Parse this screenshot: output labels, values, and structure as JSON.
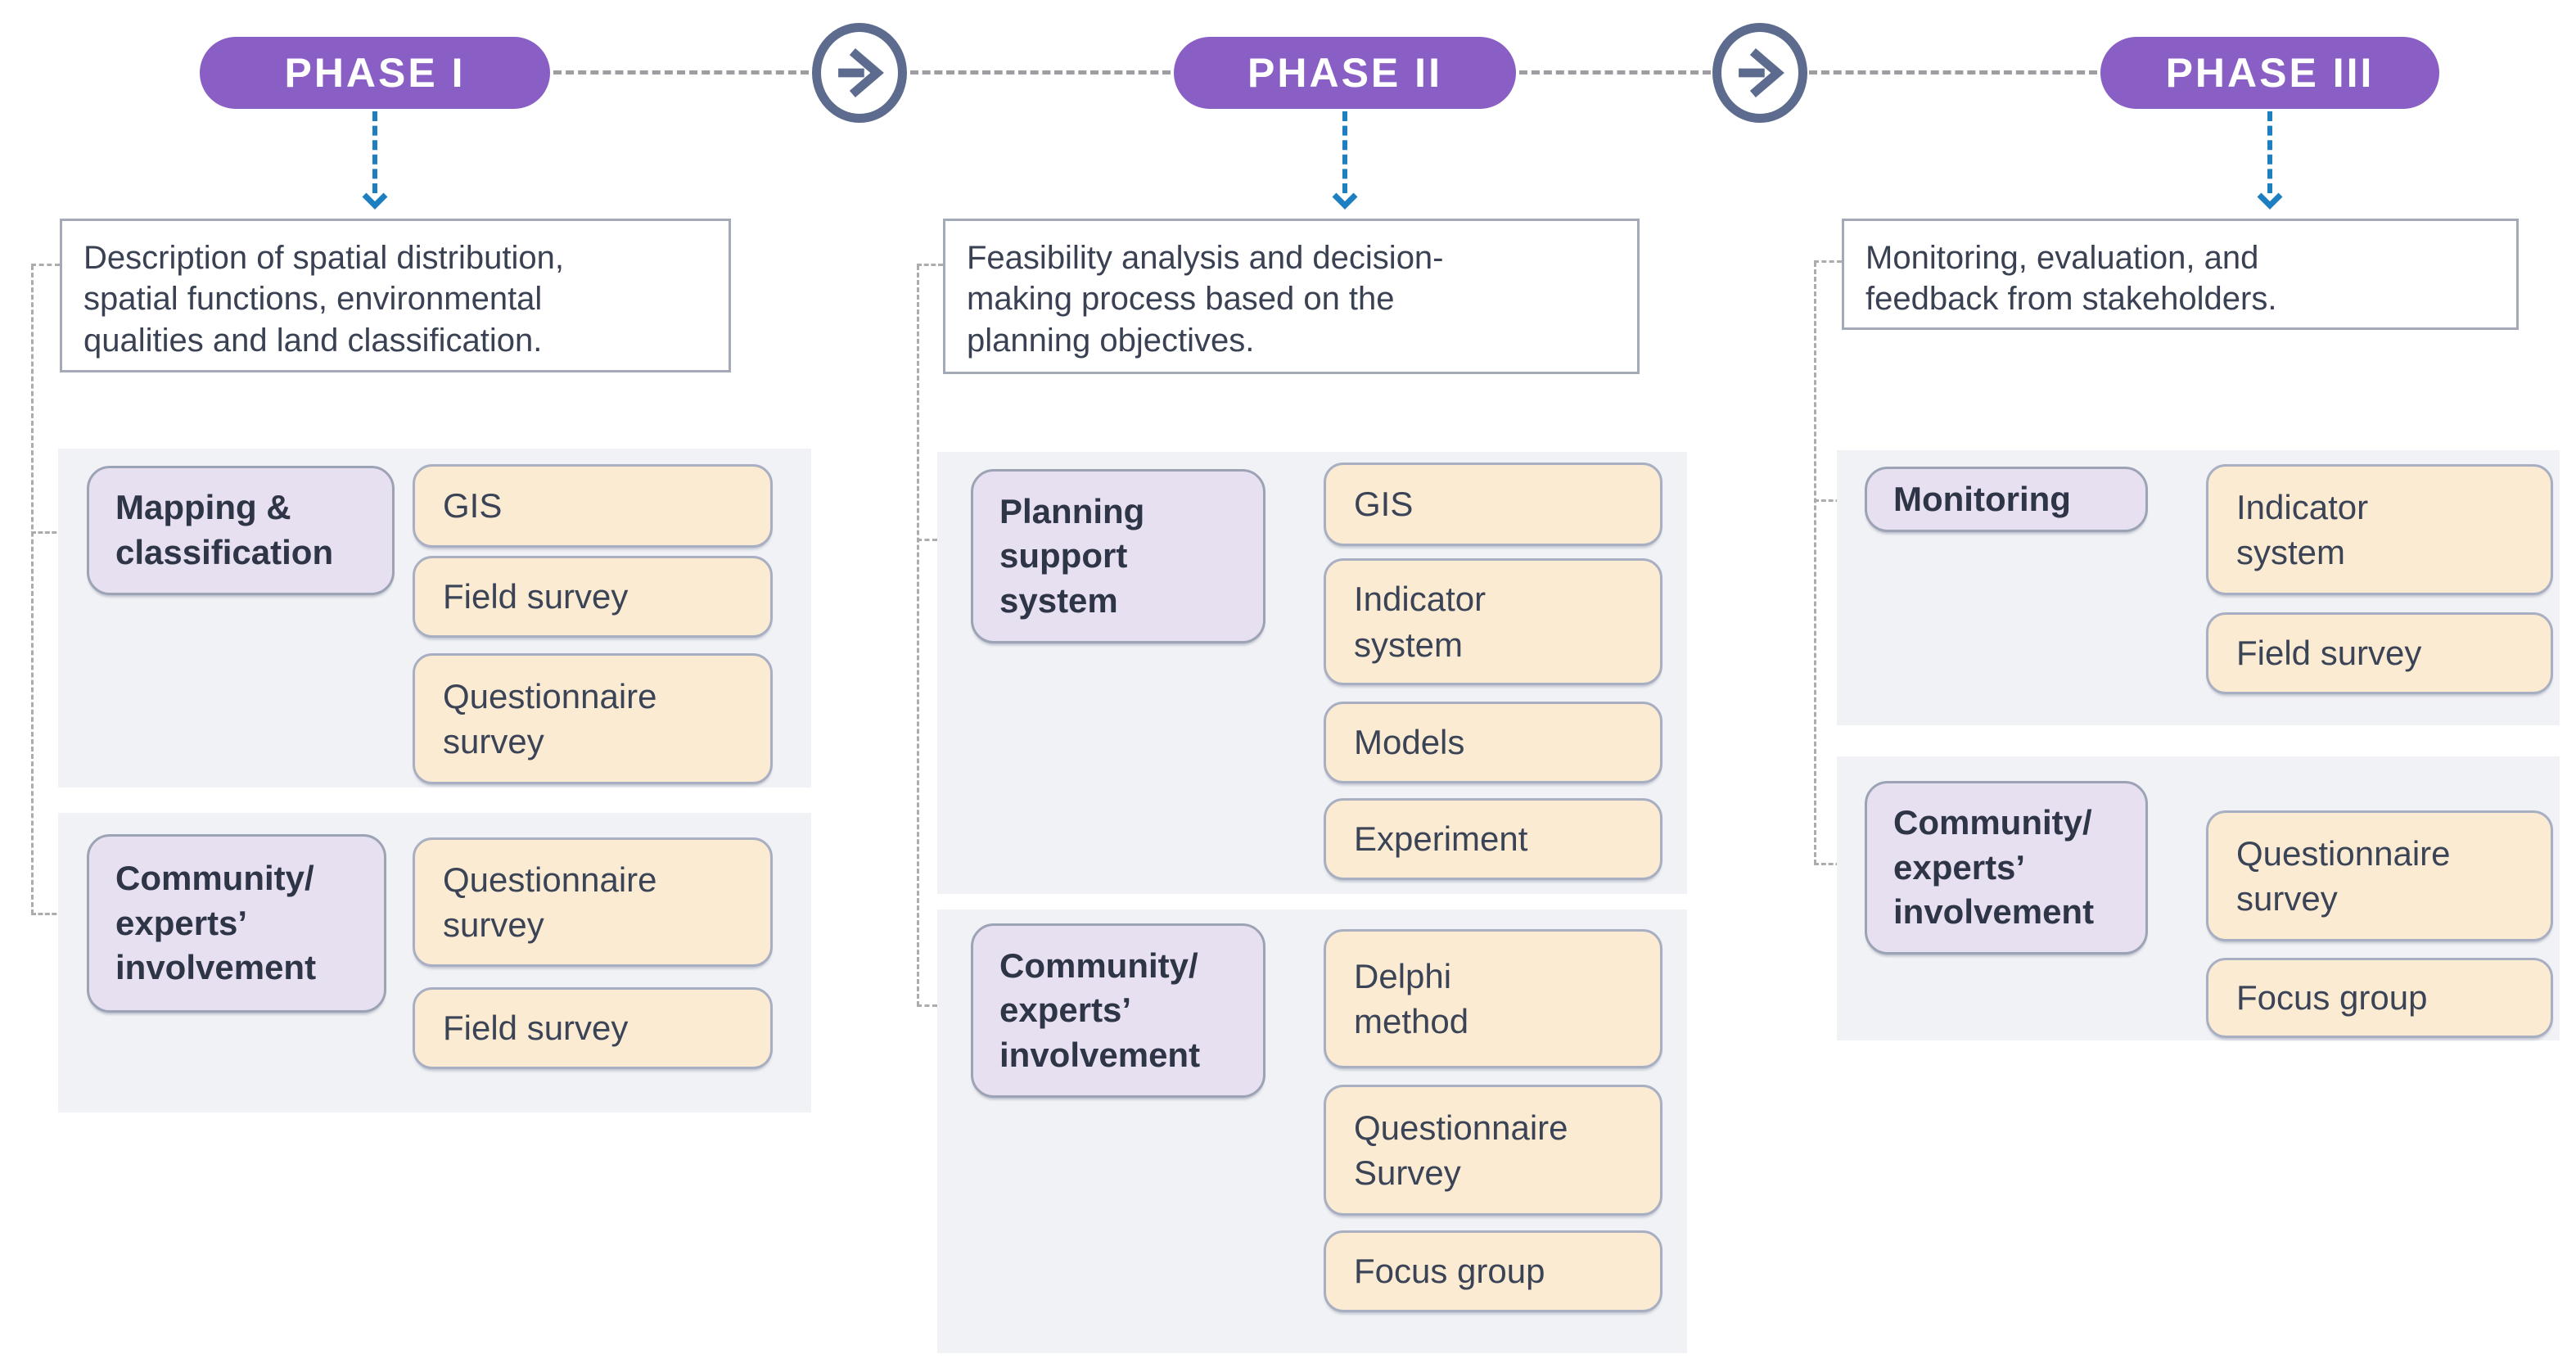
{
  "phases": [
    {
      "pill_label": "PHASE I",
      "description": "Description of spatial distribution,\nspatial functions, environmental\nqualities and land classification.",
      "groups": [
        {
          "label": "Mapping &\nclassification",
          "items": [
            "GIS",
            "Field survey",
            "Questionnaire\nsurvey"
          ]
        },
        {
          "label": "Community/\nexperts’\ninvolvement",
          "items": [
            "Questionnaire\nsurvey",
            "Field survey"
          ]
        }
      ]
    },
    {
      "pill_label": "PHASE II",
      "description": "Feasibility analysis and decision-\nmaking process based on the\nplanning objectives.",
      "groups": [
        {
          "label": "Planning\nsupport\nsystem",
          "items": [
            "GIS",
            "Indicator\nsystem",
            "Models",
            "Experiment"
          ]
        },
        {
          "label": "Community/\nexperts’\ninvolvement",
          "items": [
            "Delphi\nmethod",
            "Questionnaire\nSurvey",
            "Focus group"
          ]
        }
      ]
    },
    {
      "pill_label": "PHASE III",
      "description": "Monitoring, evaluation, and\nfeedback from stakeholders.",
      "groups": [
        {
          "label": "Monitoring",
          "items": [
            "Indicator\nsystem",
            "Field survey"
          ]
        },
        {
          "label": "Community/\nexperts’\ninvolvement",
          "items": [
            "Questionnaire\nsurvey",
            "Focus group"
          ]
        }
      ]
    }
  ],
  "icons": {
    "phase_connector": "arrow-right-in-circle",
    "description_pointer": "dashed-arrow-down"
  },
  "colors": {
    "pill_purple": "#8A5FC5",
    "pill_text": "#FFFFFF",
    "lavender_fill": "#E6E0F0",
    "lavender_border": "#9CA3B5",
    "peach_fill": "#FCEBD3",
    "peach_border": "#A9AFC2",
    "panel_gray": "#F1F2F5",
    "text_dark": "#333B4D",
    "connector_gray": "#ACACAC",
    "arrow_blue": "#1D7FC0",
    "circle_slate": "#5D6C8E",
    "background": "#FFFFFF"
  }
}
